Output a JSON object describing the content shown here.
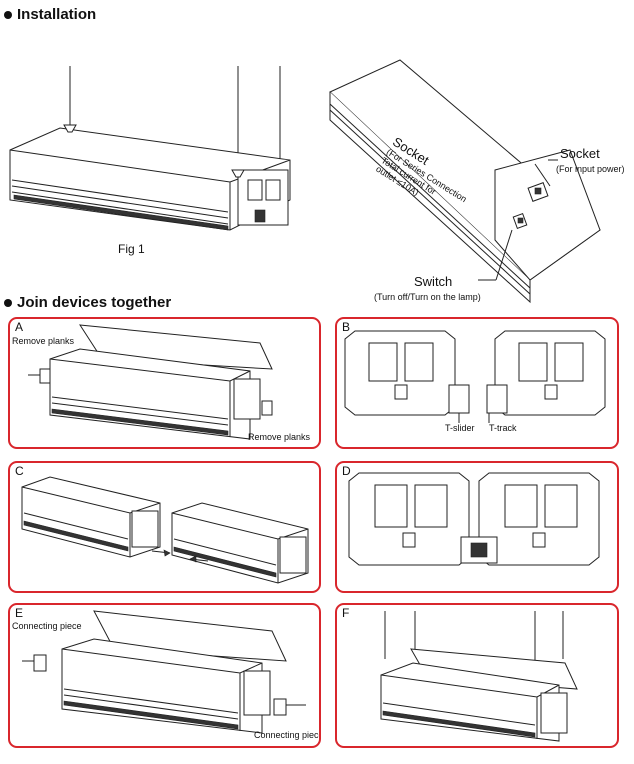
{
  "installation": {
    "heading": "Installation",
    "fig_label": "Fig 1",
    "socket_series_title": "Socket",
    "socket_series_note_lines": [
      "(For Series Connection",
      "Total current for",
      "outlet ≤10A)"
    ],
    "socket_input_title": "Socket",
    "socket_input_note": "(For input power)",
    "switch_title": "Switch",
    "switch_note": "(Turn off/Turn on the lamp)"
  },
  "join": {
    "heading": "Join devices together",
    "panels": {
      "a": {
        "letter": "A",
        "label_top": "Remove planks",
        "label_bottom": "Remove planks"
      },
      "b": {
        "letter": "B",
        "label_slider": "T-slider",
        "label_track": "T-track"
      },
      "c": {
        "letter": "C"
      },
      "d": {
        "letter": "D"
      },
      "e": {
        "letter": "E",
        "label_top": "Connecting piece",
        "label_bottom": "Connecting piece"
      },
      "f": {
        "letter": "F"
      }
    }
  },
  "colors": {
    "panel_border": "#d9262c",
    "line": "#222222"
  }
}
